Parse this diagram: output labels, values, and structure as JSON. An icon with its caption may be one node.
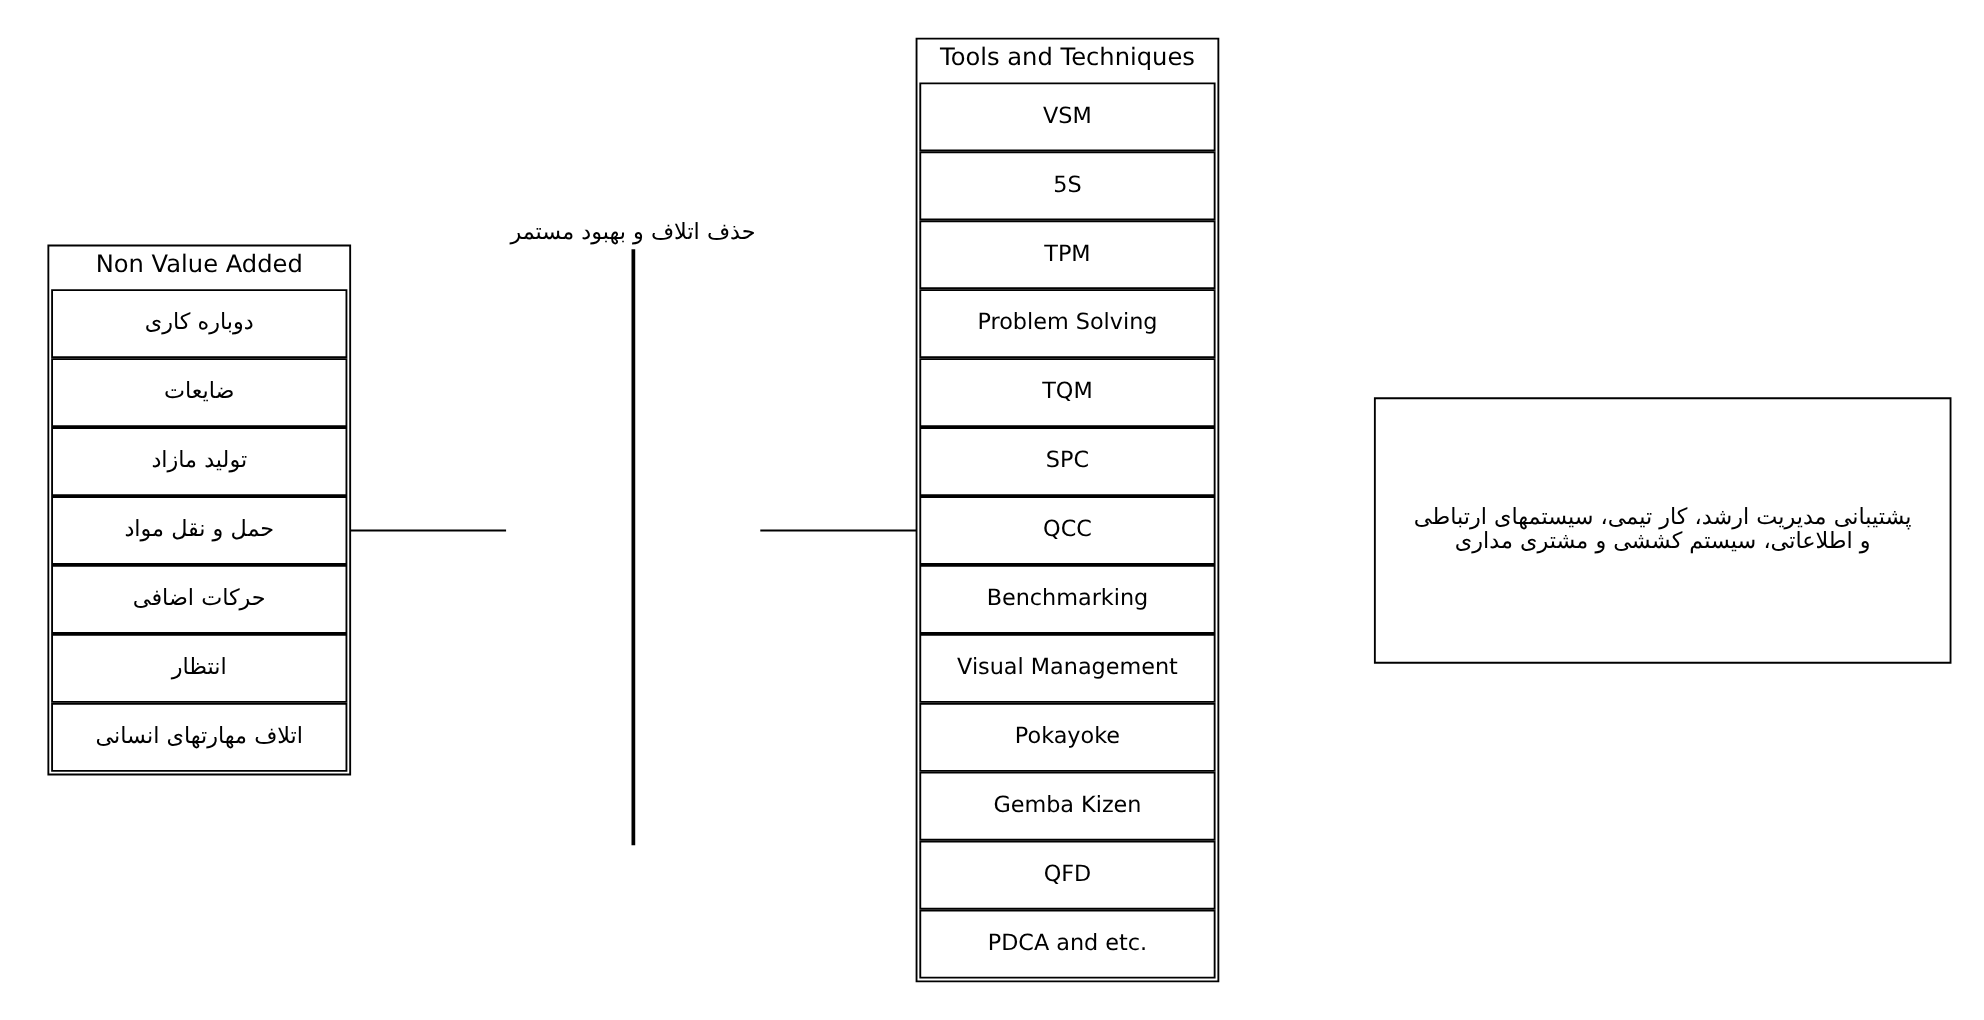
{
  "diagram": {
    "nodes": [
      {
        "text": [
          "Non Value Added"
        ]
      },
      {
        "text": [
          "دوباره کاری"
        ],
        "in": 0
      },
      {
        "text": [
          "ضایعات"
        ],
        "in": 0
      },
      {
        "text": [
          "تولید مازاد"
        ],
        "in": 0
      },
      {
        "text": [
          "حمل و نقل مواد"
        ],
        "in": 0
      },
      {
        "text": [
          "حرکات اضافی"
        ],
        "in": 0
      },
      {
        "text": [
          "انتظار"
        ],
        "in": 0
      },
      {
        "text": [
          "اتلاف مهارتهای انسانی"
        ],
        "in": 0
      },
      {
        "text": [
          "حذف اتلاف و بهبود مستمر"
        ]
      },
      {
        "text": [
          "Tools and Techniques"
        ]
      },
      {
        "text": [
          "VSM"
        ],
        "in": 9
      },
      {
        "text": [
          "5S"
        ],
        "in": 9
      },
      {
        "text": [
          "TPM"
        ],
        "in": 9
      },
      {
        "text": [
          "Problem Solving"
        ],
        "in": 9
      },
      {
        "text": [
          "TQM"
        ],
        "in": 9
      },
      {
        "text": [
          "SPC"
        ],
        "in": 9
      },
      {
        "text": [
          "QCC"
        ],
        "in": 9
      },
      {
        "text": [
          "Benchmarking"
        ],
        "in": 9
      },
      {
        "text": [
          "Visual Management"
        ],
        "in": 9
      },
      {
        "text": [
          "Pokayoke"
        ],
        "in": 9
      },
      {
        "text": [
          "Gemba Kizen"
        ],
        "in": 9
      },
      {
        "text": [
          "QFD"
        ],
        "in": 9
      },
      {
        "text": [
          "PDCA and etc."
        ],
        "in": 9
      },
      {
        "text": [
          "پشتیبانی مدیریت ارشد، کار تیمی، سیستمهای ارتباطی و اطلاعاتی، سیستم کششی و مشتری مداری"
        ]
      }
    ],
    "edges": [
      {
        "from": 0,
        "to": 8,
        "arrow": "none"
      },
      {
        "from": 8,
        "to": 9,
        "arrow": "none"
      }
    ]
  }
}
